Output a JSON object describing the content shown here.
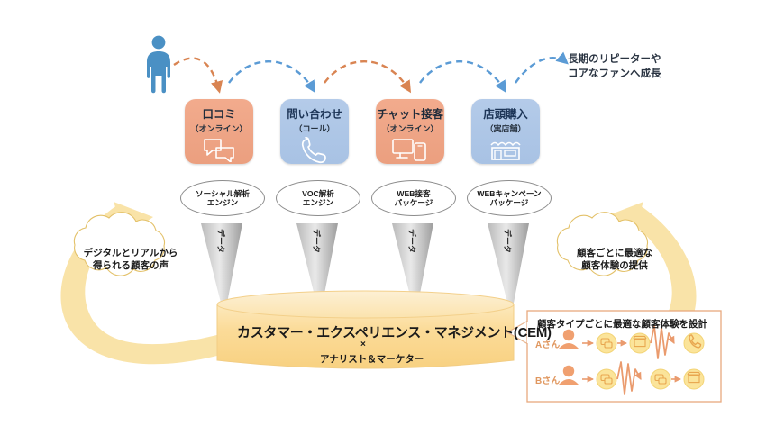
{
  "persona": {
    "icon": "person-icon",
    "label": ""
  },
  "journey": {
    "arcs": [
      {
        "to": "kuchikomi",
        "color": "#d98452"
      },
      {
        "to": "toiawase",
        "color": "#5b9bd5"
      },
      {
        "to": "chat",
        "color": "#d98452"
      },
      {
        "to": "tentou",
        "color": "#5b9bd5"
      },
      {
        "to": "growth",
        "color": "#5b9bd5"
      }
    ],
    "growth_text_line1": "長期のリピーターや",
    "growth_text_line2": "コアなファンへ成長"
  },
  "channels": [
    {
      "id": "kuchikomi",
      "title": "口コミ",
      "subtitle": "（オンライン）",
      "tone": "orange",
      "icon": "speech-bubbles-icon",
      "engine_line1": "ソーシャル解析",
      "engine_line2": "エンジン",
      "data_label": "データ"
    },
    {
      "id": "toiawase",
      "title": "問い合わせ",
      "subtitle": "（コール）",
      "tone": "blue",
      "icon": "phone-handset-icon",
      "engine_line1": "VOC解析",
      "engine_line2": "エンジン",
      "data_label": "データ"
    },
    {
      "id": "chat",
      "title": "チャット接客",
      "subtitle": "（オンライン）",
      "tone": "orange",
      "icon": "monitor-mobile-icon",
      "engine_line1": "WEB接客",
      "engine_line2": "パッケージ",
      "data_label": "データ"
    },
    {
      "id": "tentou",
      "title": "店頭購入",
      "subtitle": "（実店舗）",
      "tone": "blue",
      "icon": "storefront-icon",
      "engine_line1": "WEBキャンペーン",
      "engine_line2": "パッケージ",
      "data_label": "データ"
    }
  ],
  "cylinder": {
    "main": "カスタマー・エクスペリエンス・マネジメント(CEM)",
    "operator": "×",
    "sub": "アナリスト＆マーケター"
  },
  "clouds": {
    "left": {
      "line1": "デジタルとリアルから",
      "line2": "得られる顧客の声"
    },
    "right": {
      "line1": "顧客ごとに最適な",
      "line2": "顧客体験の提供"
    }
  },
  "callout": {
    "title": "顧客タイプごとに最適な顧客体験を設計",
    "rows": [
      {
        "label": "Aさん",
        "person_icon": "person-avatar-icon",
        "steps": [
          "speech-bubble-icon",
          "store-icon",
          "phone-icon"
        ],
        "spike_after_step": 2
      },
      {
        "label": "Bさん",
        "person_icon": "person-avatar-icon",
        "steps": [
          "speech-bubble-icon",
          "speech-bubble-icon",
          "store-icon"
        ],
        "spike_after_step": 1
      }
    ]
  },
  "colors": {
    "orange_card": "#eda184",
    "blue_card": "#aec6e6",
    "person_blue": "#4a90c4",
    "arc_orange": "#d98452",
    "arc_blue": "#5b9bd5",
    "yellow_band": "#f7dfa0",
    "cylinder": "#fad88f",
    "callout_orange": "#f0a070",
    "icon_yellow": "#fbe49a"
  }
}
